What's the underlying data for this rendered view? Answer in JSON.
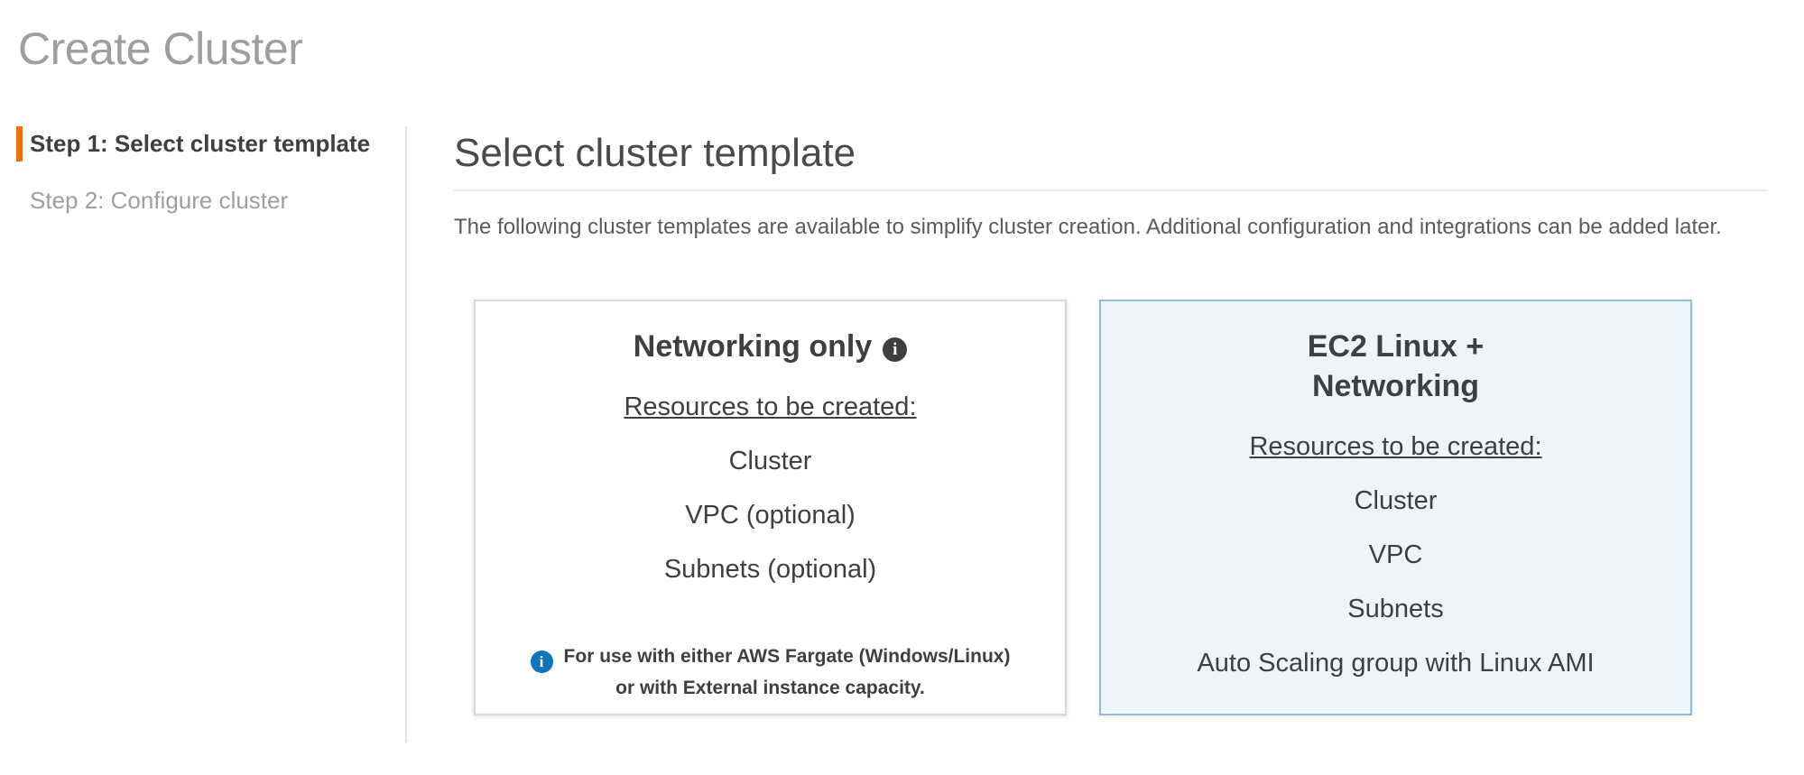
{
  "page": {
    "title": "Create Cluster"
  },
  "steps": [
    {
      "label": "Step 1: Select cluster template",
      "active": true
    },
    {
      "label": "Step 2: Configure cluster",
      "active": false
    }
  ],
  "main": {
    "heading": "Select cluster template",
    "description": "The following cluster templates are available to simplify cluster creation. Additional configuration and integrations can be added later.",
    "cards": [
      {
        "id": "networking-only",
        "title": "Networking only",
        "resources_label": "Resources to be created:",
        "resources": [
          "Cluster",
          "VPC (optional)",
          "Subnets (optional)"
        ],
        "note_line1": "For use with either AWS Fargate (Windows/Linux)",
        "note_line2": "or with External instance capacity.",
        "selected": false
      },
      {
        "id": "ec2-linux-networking",
        "title_line1": "EC2 Linux +",
        "title_line2": "Networking",
        "resources_label": "Resources to be created:",
        "resources": [
          "Cluster",
          "VPC",
          "Subnets",
          "Auto Scaling group with Linux AMI"
        ],
        "selected": true
      }
    ]
  },
  "icons": {
    "info_glyph": "i"
  },
  "colors": {
    "accent_orange": "#ec7211",
    "title_gray": "#9e9e9e",
    "text_dark": "#3f3f3f",
    "selected_card_bg": "#edf4fb",
    "selected_card_border": "#94badd",
    "unselected_card_border": "#d9d9d9",
    "info_icon_blue": "#1173bb",
    "divider_gray": "#e3e3e3"
  }
}
